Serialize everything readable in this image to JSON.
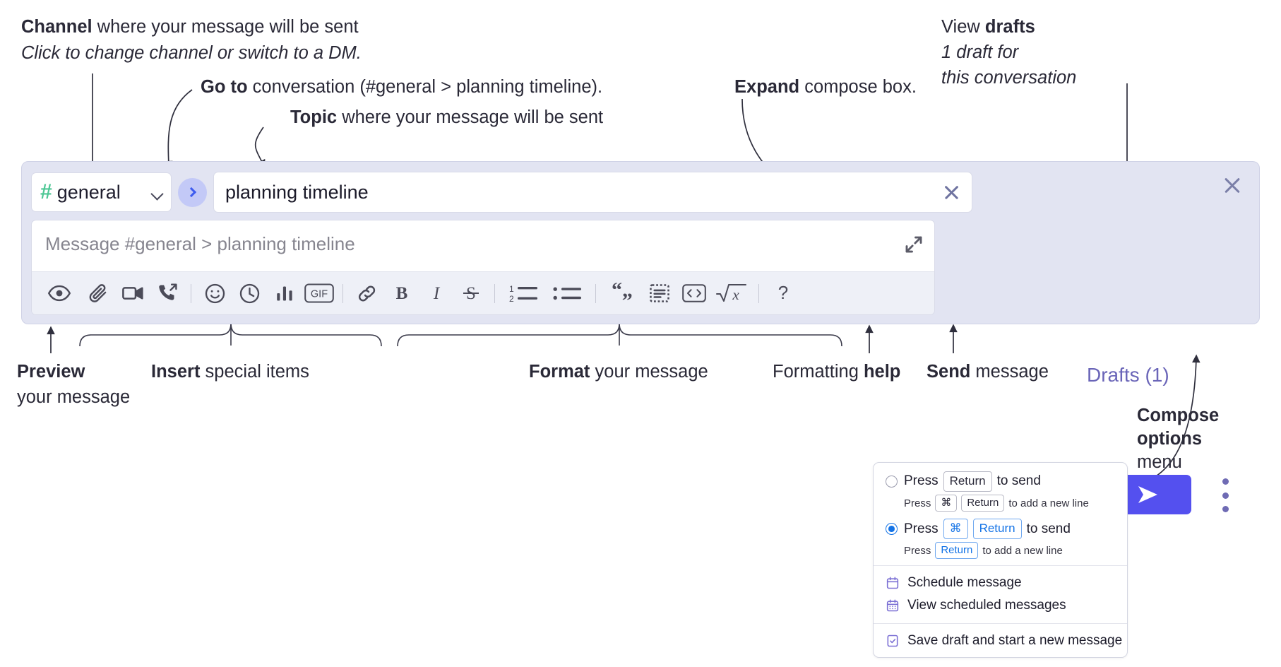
{
  "annotations": {
    "channel": {
      "bold": "Channel",
      "rest": " where your message will be sent",
      "italic": "Click to change channel or switch to a DM."
    },
    "goto": {
      "bold": "Go to",
      "rest": " conversation (#general > planning timeline)."
    },
    "topic": {
      "bold": "Topic",
      "rest": " where your message will be sent"
    },
    "expand": {
      "bold": "Expand",
      "rest": " compose box."
    },
    "view_drafts": {
      "bold_lead": "View ",
      "bold": "drafts",
      "italic_l1": "1 draft for",
      "italic_l2": "this conversation"
    },
    "preview": {
      "bold": "Preview",
      "line2": "your message"
    },
    "insert": {
      "bold": "Insert",
      "rest": " special items"
    },
    "format": {
      "bold": "Format",
      "rest": " your message"
    },
    "formatting_help": {
      "lead": "Formatting ",
      "bold": "help"
    },
    "send": {
      "bold": "Send",
      "rest": " message"
    },
    "compose_options": {
      "bold_l1": "Compose",
      "bold_l2": "options",
      "plain_l3": "menu"
    }
  },
  "compose": {
    "channel_name": "general",
    "hash_icon": "hash-icon",
    "channel_chevron": "chevron-down-icon",
    "goto_icon": "chevron-right-icon",
    "topic_value": "planning timeline",
    "topic_clear_icon": "close-icon",
    "message_placeholder": "Message #general > planning timeline",
    "expand_icon": "expand-diagonal-icon",
    "panel_close_icon": "close-icon",
    "drafts_label": "Drafts (1)",
    "send_icon": "send-paper-plane-icon",
    "kebab_icon": "more-vertical-icon"
  },
  "toolbar": {
    "groups": [
      {
        "name": "preview",
        "items": [
          {
            "name": "preview-eye-icon",
            "label": "Preview"
          }
        ]
      },
      {
        "name": "insert-a",
        "items": [
          {
            "name": "attachment-paperclip-icon",
            "label": "Attach file"
          },
          {
            "name": "video-camera-icon",
            "label": "Record video clip"
          },
          {
            "name": "audio-call-icon",
            "label": "Record audio clip"
          }
        ]
      },
      {
        "name": "insert-b",
        "items": [
          {
            "name": "emoji-smiley-icon",
            "label": "Emoji"
          },
          {
            "name": "clock-icon",
            "label": "Reminder"
          },
          {
            "name": "poll-bar-chart-icon",
            "label": "Poll"
          },
          {
            "name": "gif-icon",
            "label": "GIF"
          }
        ]
      },
      {
        "name": "format-a",
        "items": [
          {
            "name": "link-icon",
            "label": "Link"
          },
          {
            "name": "bold-icon",
            "label": "Bold"
          },
          {
            "name": "italic-icon",
            "label": "Italic"
          },
          {
            "name": "strikethrough-icon",
            "label": "Strikethrough"
          }
        ]
      },
      {
        "name": "format-b",
        "items": [
          {
            "name": "ordered-list-icon",
            "label": "Ordered list"
          },
          {
            "name": "bulleted-list-icon",
            "label": "Bulleted list"
          }
        ]
      },
      {
        "name": "format-c",
        "items": [
          {
            "name": "blockquote-icon",
            "label": "Blockquote"
          },
          {
            "name": "code-block-icon",
            "label": "Code block"
          },
          {
            "name": "inline-code-icon",
            "label": "Code"
          },
          {
            "name": "math-sqrt-icon",
            "label": "Math"
          }
        ]
      },
      {
        "name": "help",
        "items": [
          {
            "name": "help-question-icon",
            "label": "?"
          }
        ]
      }
    ],
    "gif_text": "GIF",
    "bold_text": "B",
    "italic_text": "I",
    "strike_text": "S",
    "help_text": "?",
    "ol_one": "1",
    "ol_two": "2"
  },
  "menu": {
    "options": [
      {
        "selected": false,
        "main_pre": "Press",
        "main_keys": [
          "Return"
        ],
        "main_post": "to send",
        "sub_pre": "Press",
        "sub_keys": [
          "⌘",
          "Return"
        ],
        "sub_post": "to add a new line"
      },
      {
        "selected": true,
        "main_pre": "Press",
        "main_keys": [
          "⌘",
          "Return"
        ],
        "main_post": "to send",
        "sub_pre": "Press",
        "sub_keys": [
          "Return"
        ],
        "sub_post": "to add a new line"
      }
    ],
    "items": [
      {
        "icon": "calendar-schedule-icon",
        "label": "Schedule message"
      },
      {
        "icon": "calendar-list-icon",
        "label": "View scheduled messages"
      },
      {
        "icon": "save-draft-icon",
        "label": "Save draft and start a new message"
      }
    ]
  },
  "colors": {
    "panel_bg": "#e2e4f2",
    "accent_send": "#5450ef",
    "drafts_purple": "#6a65b8",
    "hash_green": "#4ec795",
    "goto_blue": "#3d5bef",
    "radio_blue": "#1473e6",
    "menu_icon_purple": "#7b6fd4"
  }
}
